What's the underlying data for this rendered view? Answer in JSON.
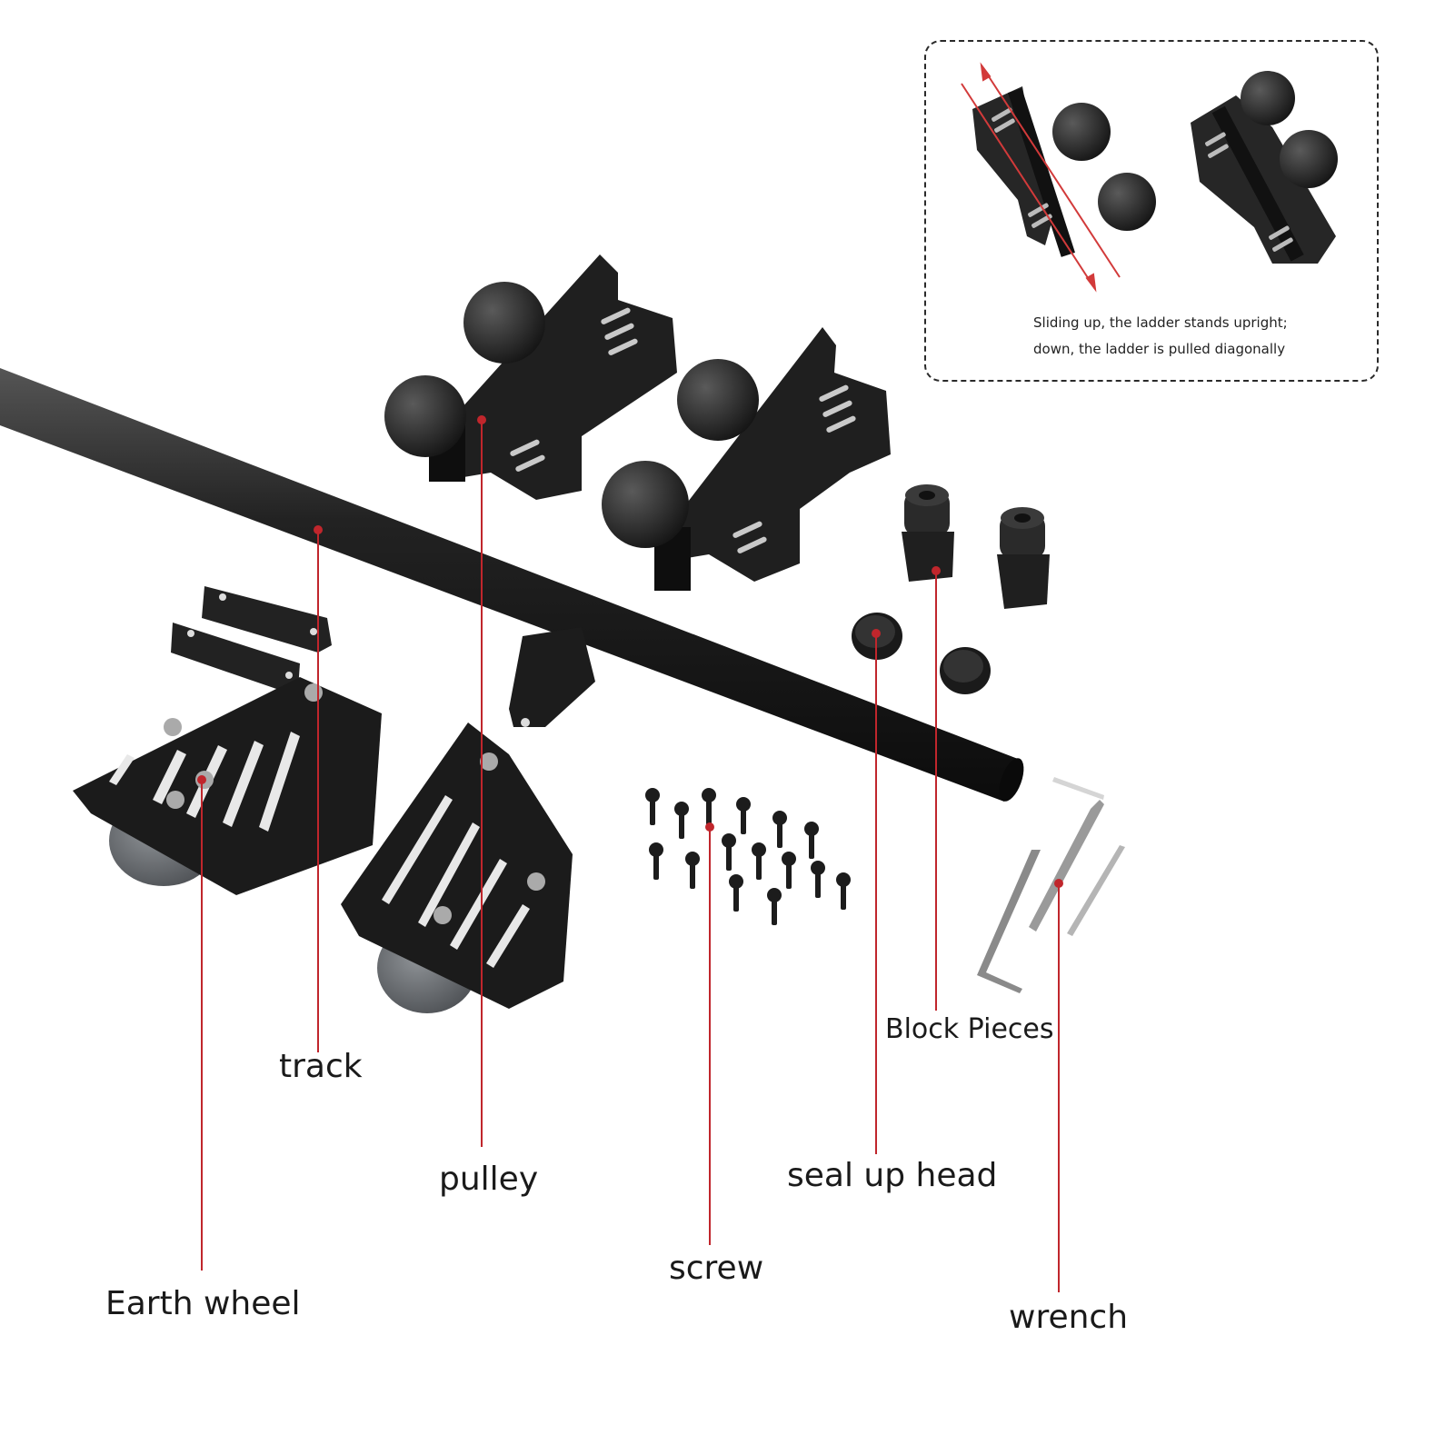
{
  "callout": {
    "line1": "Sliding up, the ladder stands upright;",
    "line2": "down, the ladder is pulled diagonally"
  },
  "labels": {
    "track": "track",
    "pulley": "pulley",
    "earth_wheel": "Earth wheel",
    "screw": "screw",
    "seal_up_head": "seal up head",
    "block_pieces": "Block Pieces",
    "wrench": "wrench"
  },
  "colors": {
    "metal": "#1e1e1e",
    "wheel": "#6b6e72",
    "leader": "#c0262c",
    "label_text": "#1a1a1a"
  }
}
